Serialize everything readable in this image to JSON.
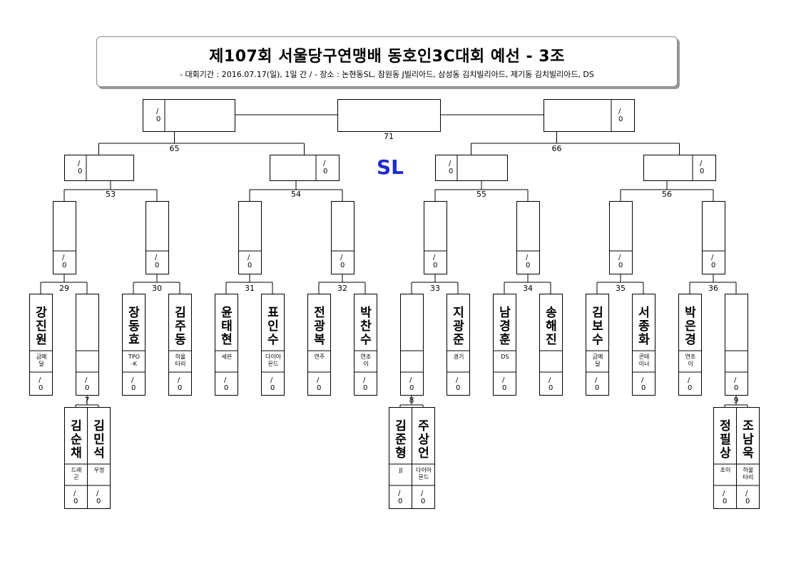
{
  "header": {
    "title": "제107회 서울당구연맹배 동호인3C대회 예선 - 3조",
    "subtitle": "- 대회기간 : 2016.07.17(일), 1일 간 / - 장소 : 논현동SL, 잠원동 J빌리아드, 삼성동 김치빌리아드, 제기동 김치빌리아드, DS"
  },
  "venue_label": "SL",
  "score_mark": "/ 0",
  "match_numbers": {
    "m71": "71",
    "m65": "65",
    "m66": "66",
    "m53": "53",
    "m54": "54",
    "m55": "55",
    "m56": "56",
    "m29": "29",
    "m30": "30",
    "m31": "31",
    "m32": "32",
    "m33": "33",
    "m34": "34",
    "m35": "35",
    "m36": "36",
    "m7": "7",
    "m8": "8",
    "m9": "9"
  },
  "players": [
    {
      "id": "p1",
      "name": "강진원",
      "club": "금메달"
    },
    {
      "id": "p2",
      "name": "",
      "club": ""
    },
    {
      "id": "p3",
      "name": "장동효",
      "club": "TPO-K"
    },
    {
      "id": "p4",
      "name": "김주동",
      "club": "하울타리"
    },
    {
      "id": "p5",
      "name": "윤태현",
      "club": "세븐"
    },
    {
      "id": "p6",
      "name": "표인수",
      "club": "다이아몬드"
    },
    {
      "id": "p7",
      "name": "전광복",
      "club": "연주"
    },
    {
      "id": "p8",
      "name": "박찬수",
      "club": "연조이"
    },
    {
      "id": "p9",
      "name": "",
      "club": ""
    },
    {
      "id": "p10",
      "name": "지광준",
      "club": "경기"
    },
    {
      "id": "p11",
      "name": "남경훈",
      "club": "DS"
    },
    {
      "id": "p12",
      "name": "송해진",
      "club": ""
    },
    {
      "id": "p13",
      "name": "김보수",
      "club": "금메달"
    },
    {
      "id": "p14",
      "name": "서종화",
      "club": "콘테이너"
    },
    {
      "id": "p15",
      "name": "박은경",
      "club": "연조이"
    },
    {
      "id": "p16",
      "name": "",
      "club": ""
    },
    {
      "id": "q1",
      "name": "김순채",
      "club": "드래곤"
    },
    {
      "id": "q2",
      "name": "김민석",
      "club": "우정"
    },
    {
      "id": "q3",
      "name": "김준형",
      "club": "JJ"
    },
    {
      "id": "q4",
      "name": "주상언",
      "club": "다이아몬드"
    },
    {
      "id": "q5",
      "name": "정필상",
      "club": "조이"
    },
    {
      "id": "q6",
      "name": "조남욱",
      "club": "하울타리"
    }
  ]
}
